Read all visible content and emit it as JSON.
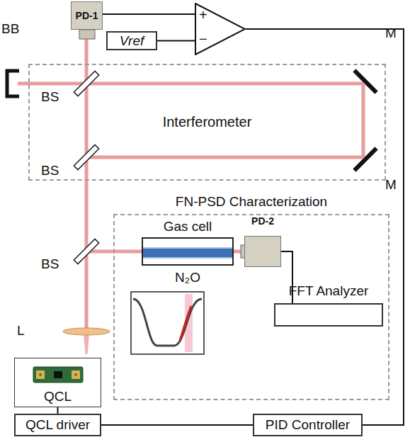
{
  "diagram": {
    "nodes": [
      {
        "text": [
          "PD-1"
        ]
      },
      {
        "text": [
          "+",
          "−"
        ]
      },
      {
        "text": [
          "Vref"
        ]
      },
      {
        "text": [
          "Interferometer"
        ]
      },
      {
        "text": [
          "FN-PSD Characterization"
        ]
      },
      {
        "text": [
          "Gas cell",
          "N₂O"
        ],
        "in": 4
      },
      {
        "text": [
          "PD-2"
        ],
        "in": 4
      },
      {
        "text": [
          "FFT Analyzer"
        ],
        "in": 4
      },
      {
        "text": [
          "QCL"
        ]
      },
      {
        "text": [
          "QCL driver"
        ]
      },
      {
        "text": [
          "PID Controller"
        ]
      }
    ],
    "edges": [
      {
        "from": 0,
        "to": 1,
        "arrow": "none"
      },
      {
        "from": 2,
        "to": 1,
        "arrow": "none"
      },
      {
        "from": 1,
        "to": 10,
        "arrow": "none"
      },
      {
        "from": 10,
        "to": 9,
        "arrow": "none"
      },
      {
        "from": 9,
        "to": 8,
        "arrow": "none"
      },
      {
        "from": 6,
        "to": 7,
        "arrow": "none"
      }
    ],
    "labels": [
      "BB",
      "BS",
      "BS",
      "BS",
      "M",
      "M",
      "L"
    ]
  }
}
